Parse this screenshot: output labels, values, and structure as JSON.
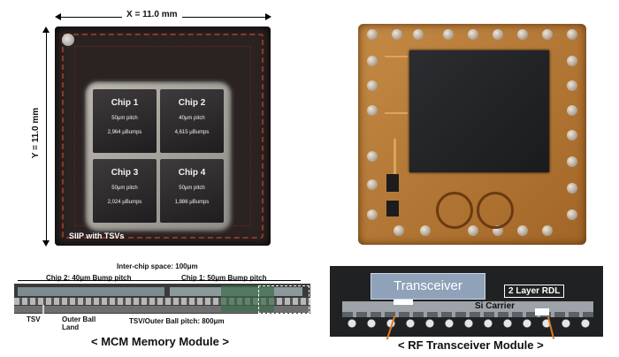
{
  "left": {
    "dim_x": "X = 11.0 mm",
    "dim_y": "Y = 11.0 mm",
    "package_label": "SIIP with TSVs",
    "chips": [
      {
        "name": "Chip 1",
        "pitch": "50μm pitch",
        "bumps": "2,964 μBumps"
      },
      {
        "name": "Chip 2",
        "pitch": "40μm pitch",
        "bumps": "4,615 μBumps"
      },
      {
        "name": "Chip 3",
        "pitch": "50μm pitch",
        "bumps": "2,024 μBumps"
      },
      {
        "name": "Chip 4",
        "pitch": "50μm pitch",
        "bumps": "1,886 μBumps"
      }
    ],
    "xsec": {
      "inter_chip": "Inter-chip space: 100μm",
      "chip2_label": "Chip 2: 40μm Bump pitch",
      "chip1_label": "Chip 1: 50μm Bump pitch",
      "tsv": "TSV",
      "outer_ball": "Outer Ball",
      "land": "Land",
      "tsv_pitch": "TSV/Outer Ball pitch: 800μm"
    },
    "caption": "< MCM Memory Module >"
  },
  "right": {
    "transceiver": "Transceiver",
    "rdl": "2 Layer RDL",
    "carrier": "Si Carrier",
    "caption": "< RF Transceiver Module >"
  }
}
